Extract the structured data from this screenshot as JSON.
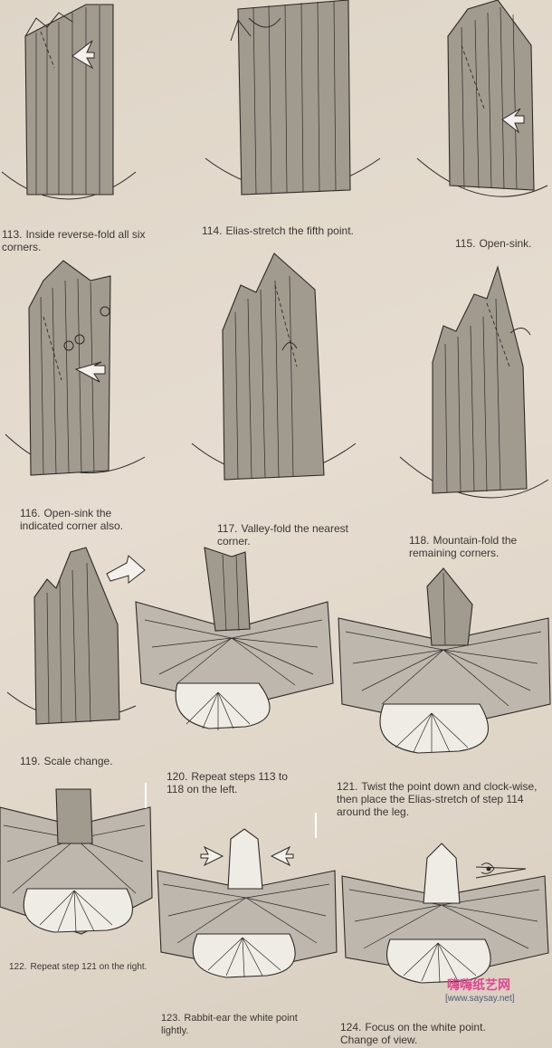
{
  "steps": [
    {
      "id": 113,
      "number": "113.",
      "text": "Inside reverse-fold all six corners."
    },
    {
      "id": 114,
      "number": "114.",
      "text": "Elias-stretch the fifth point."
    },
    {
      "id": 115,
      "number": "115.",
      "text": "Open-sink."
    },
    {
      "id": 116,
      "number": "116.",
      "text": "Open-sink the indicated corner also."
    },
    {
      "id": 117,
      "number": "117.",
      "text": "Valley-fold the nearest corner."
    },
    {
      "id": 118,
      "number": "118.",
      "text": "Mountain-fold the remaining corners."
    },
    {
      "id": 119,
      "number": "119.",
      "text": "Scale change."
    },
    {
      "id": 120,
      "number": "120.",
      "text": "Repeat steps 113 to 118 on the left."
    },
    {
      "id": 121,
      "number": "121.",
      "text": "Twist the point down and clock-wise, then place the Elias-stretch of step 114 around the leg."
    },
    {
      "id": 122,
      "number": "122.",
      "text": "Repeat step 121 on the right."
    },
    {
      "id": 123,
      "number": "123.",
      "text": "Rabbit-ear the white point lightly."
    },
    {
      "id": 124,
      "number": "124.",
      "text": "Focus on the white point. Change of view."
    }
  ],
  "watermark": {
    "brand": "嗨嗨纸艺网",
    "url": "[www.saysay.net]"
  },
  "colors": {
    "background": "#e2d9cc",
    "paper": "#a09a8f",
    "ink": "#2e2a26"
  }
}
